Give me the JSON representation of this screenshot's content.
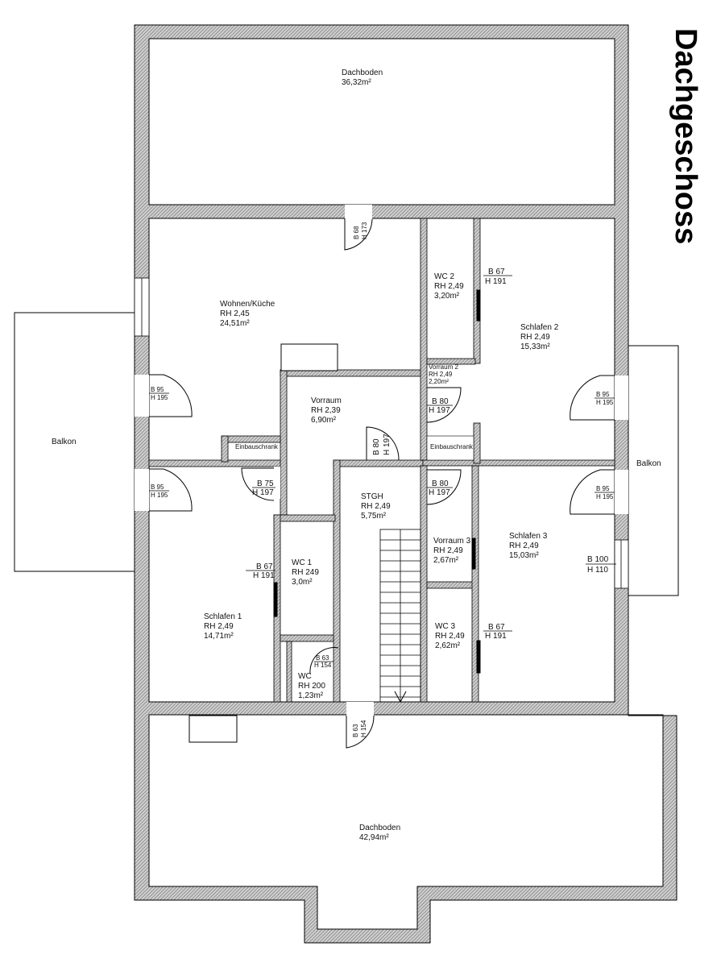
{
  "title": "Dachgeschoss",
  "rooms": {
    "dachboden_top": {
      "name": "Dachboden",
      "area": "36,32m²"
    },
    "wohnen": {
      "name": "Wohnen/Küche",
      "rh": "RH 2,45",
      "area": "24,51m²"
    },
    "wc2": {
      "name": "WC 2",
      "rh": "RH 2,49",
      "area": "3,20m²"
    },
    "schlafen2": {
      "name": "Schlafen 2",
      "rh": "RH 2,49",
      "area": "15,33m²"
    },
    "vorraum": {
      "name": "Vorraum",
      "rh": "RH 2,39",
      "area": "6,90m²"
    },
    "vorraum2": {
      "name": "Vorraum 2",
      "rh": "RH 2,49",
      "area": "2,20m²"
    },
    "einbau1": {
      "name": "Einbauschrank"
    },
    "einbau2": {
      "name": "Einbauschrank"
    },
    "stgh": {
      "name": "STGH",
      "rh": "RH 2,49",
      "area": "5,75m²"
    },
    "vorraum3": {
      "name": "Vorraum 3",
      "rh": "RH 2,49",
      "area": "2,67m²"
    },
    "schlafen3": {
      "name": "Schlafen 3",
      "rh": "RH 2,49",
      "area": "15,03m²"
    },
    "wc1": {
      "name": "WC 1",
      "rh": "RH 249",
      "area": "3,0m²"
    },
    "schlafen1": {
      "name": "Schlafen 1",
      "rh": "RH 2,49",
      "area": "14,71m²"
    },
    "wc": {
      "name": "WC",
      "rh": "RH 200",
      "area": "1,23m²"
    },
    "wc3": {
      "name": "WC 3",
      "rh": "RH 2,49",
      "area": "2,62m²"
    },
    "dachboden_bottom": {
      "name": "Dachboden",
      "area": "42,94m²"
    },
    "balkon_left": {
      "name": "Balkon"
    },
    "balkon_right": {
      "name": "Balkon"
    }
  },
  "doors": {
    "d_top": {
      "b": "B 68",
      "h": "H 173"
    },
    "d_wohnen_balkon": {
      "b": "B 95",
      "h": "H 195"
    },
    "d_schlafen1_balkon": {
      "b": "B 95",
      "h": "H 195"
    },
    "d_schlafen2_balkon": {
      "b": "B 95",
      "h": "H 195"
    },
    "d_schlafen3_balkon": {
      "b": "B 95",
      "h": "H 195"
    },
    "d_wc2": {
      "b": "B 67",
      "h": "H 191"
    },
    "d_vorraum2": {
      "b": "B 80",
      "h": "H 197"
    },
    "d_vorraum_stgh": {
      "b": "B 80",
      "h": "H 197"
    },
    "d_wohnen_vorraum": {
      "b": "B 75",
      "h": "H 197"
    },
    "d_vorraum3": {
      "b": "B 80",
      "h": "H 197"
    },
    "d_wc1": {
      "b": "B 67",
      "h": "H 191"
    },
    "d_wc": {
      "b": "B 63",
      "h": "H 154"
    },
    "d_bottom": {
      "b": "B 63",
      "h": "H 154"
    },
    "d_wc3": {
      "b": "B 67",
      "h": "H 191"
    },
    "w_schlafen3": {
      "b": "B 100",
      "h": "H 110"
    }
  },
  "colors": {
    "wall_hatch": "#7a7a7a",
    "line": "#000000",
    "background": "#ffffff"
  }
}
